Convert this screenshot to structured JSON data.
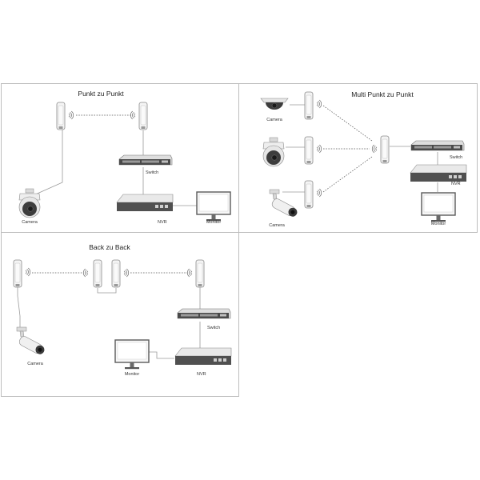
{
  "panels": {
    "p2p": {
      "title": "Punkt zu Punkt",
      "labels": {
        "camera": "Camera",
        "switch": "Switch",
        "nvr": "NVR",
        "monitor": "Monitor"
      }
    },
    "mp2p": {
      "title": "Multi Punkt zu Punkt",
      "labels": {
        "camera_top": "Camera",
        "camera_bottom": "Camera",
        "switch": "Switch",
        "nvr": "NVR",
        "monitor": "Monitor"
      }
    },
    "b2b": {
      "title": "Back zu Back",
      "labels": {
        "camera": "Camera",
        "switch": "Switch",
        "nvr": "NVR",
        "monitor": "Monitor"
      }
    }
  },
  "colors": {
    "frame": "#bdbdbd",
    "device_body": "#e9e9e9",
    "device_dark": "#4a4a4a",
    "link": "#555555"
  },
  "icons": [
    "cpe-antenna-icon",
    "ptz-camera-icon",
    "dome-camera-icon",
    "bullet-camera-icon",
    "poe-switch-icon",
    "nvr-icon",
    "monitor-icon",
    "wireless-signal-icon"
  ]
}
